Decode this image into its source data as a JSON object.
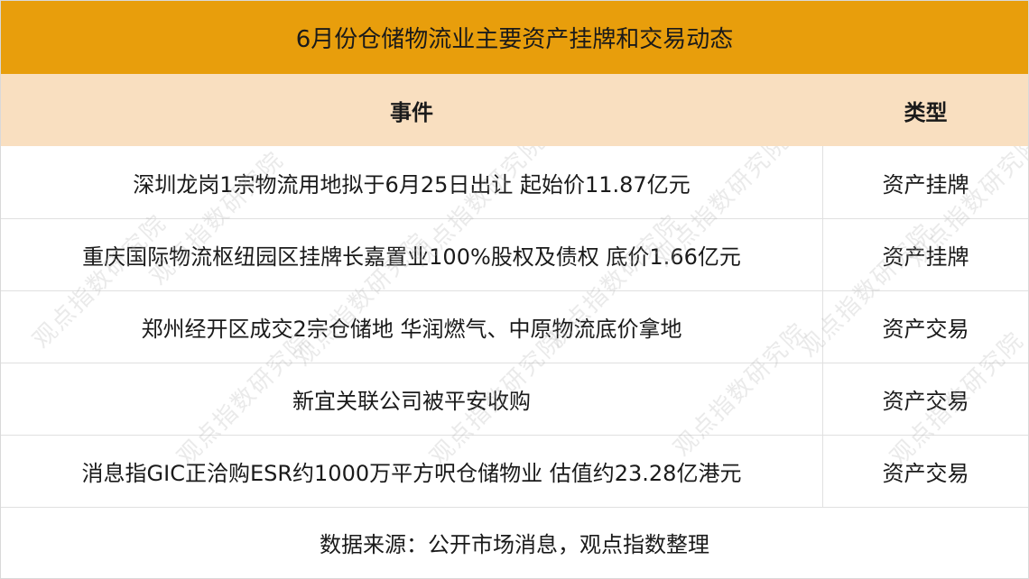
{
  "title": "6月份仓储物流业主要资产挂牌和交易动态",
  "table": {
    "headers": {
      "event": "事件",
      "type": "类型"
    },
    "rows": [
      {
        "event": "深圳龙岗1宗物流用地拟于6月25日出让 起始价11.87亿元",
        "type": "资产挂牌"
      },
      {
        "event": "重庆国际物流枢纽园区挂牌长嘉置业100%股权及债权 底价1.66亿元",
        "type": "资产挂牌"
      },
      {
        "event": "郑州经开区成交2宗仓储地 华润燃气、中原物流底价拿地",
        "type": "资产交易"
      },
      {
        "event": "新宜关联公司被平安收购",
        "type": "资产交易"
      },
      {
        "event": "消息指GIC正洽购ESR约1000万平方呎仓储物业 估值约23.28亿港元",
        "type": "资产交易"
      }
    ]
  },
  "footer": "数据来源：公开市场消息，观点指数整理",
  "watermark": "观点指数研究院",
  "colors": {
    "title_bg": "#e89e0c",
    "header_bg": "#f9dfc0",
    "grid": "#e0e0e0"
  }
}
